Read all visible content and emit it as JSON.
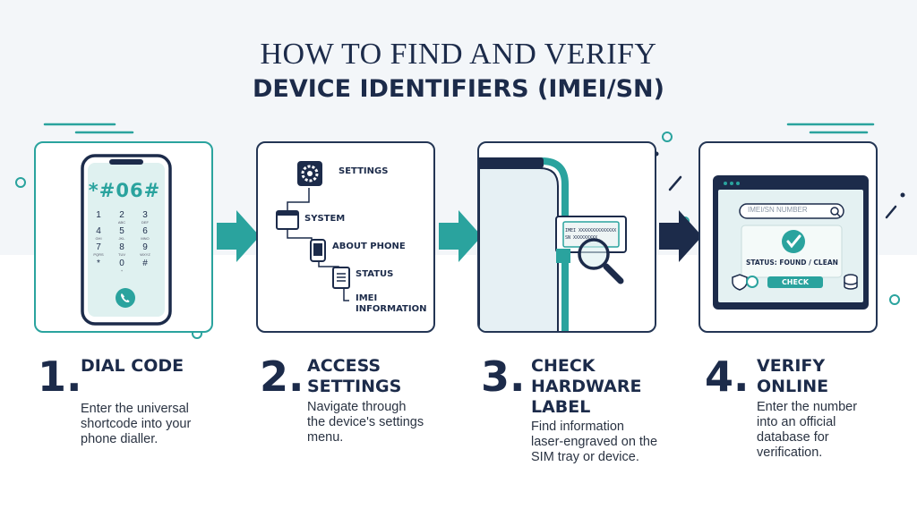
{
  "title": {
    "line1": "HOW TO FIND AND VERIFY",
    "line2": "DEVICE IDENTIFIERS (IMEI/SN)"
  },
  "colors": {
    "navy": "#1c2b4a",
    "teal": "#2aa39e"
  },
  "steps": [
    {
      "number": "1.",
      "title_lines": [
        "DIAL CODE"
      ],
      "description_lines": [
        "Enter the universal",
        "shortcode into your",
        "phone dialler."
      ],
      "phone": {
        "code": "*#06#",
        "keys": [
          {
            "digit": "1",
            "letters": ""
          },
          {
            "digit": "2",
            "letters": "ABC"
          },
          {
            "digit": "3",
            "letters": "DEF"
          },
          {
            "digit": "4",
            "letters": "GHI"
          },
          {
            "digit": "5",
            "letters": "JKL"
          },
          {
            "digit": "6",
            "letters": "MNO"
          },
          {
            "digit": "7",
            "letters": "PQRS"
          },
          {
            "digit": "8",
            "letters": "TUV"
          },
          {
            "digit": "9",
            "letters": "WXYZ"
          },
          {
            "digit": "*",
            "letters": ""
          },
          {
            "digit": "0",
            "letters": "+"
          },
          {
            "digit": "#",
            "letters": ""
          }
        ],
        "icons": [
          "phone-call-icon"
        ]
      }
    },
    {
      "number": "2.",
      "title_lines": [
        "ACCESS",
        "SETTINGS"
      ],
      "description_lines": [
        "Navigate through",
        "the device's settings",
        "menu."
      ],
      "menu": {
        "settings": "SETTINGS",
        "system": "SYSTEM",
        "about_phone": "ABOUT PHONE",
        "status": "STATUS",
        "imei_line1": "IMEI",
        "imei_line2": "INFORMATION",
        "icons": [
          "gear-icon",
          "folder-icon",
          "phone-icon",
          "document-icon"
        ]
      }
    },
    {
      "number": "3.",
      "title_lines": [
        "CHECK",
        "HARDWARE",
        "LABEL"
      ],
      "description_lines": [
        "Find information",
        "laser-engraved on the",
        "SIM tray or device."
      ],
      "label": {
        "line1": "IMEI XXXXXXXXXXXXXX",
        "line2": "SN XXXXXXXXX",
        "icons": [
          "sim-tray-icon",
          "magnifier-icon"
        ]
      }
    },
    {
      "number": "4.",
      "title_lines": [
        "VERIFY",
        "ONLINE"
      ],
      "description_lines": [
        "Enter the number",
        "into an official",
        "database for",
        "verification."
      ],
      "verify": {
        "search_placeholder": "IMEI/SN NUMBER",
        "status": "STATUS: FOUND / CLEAN",
        "button": "CHECK",
        "icons": [
          "search-icon",
          "checkmark-icon",
          "shield-icon",
          "badge-icon",
          "database-icon"
        ]
      }
    }
  ]
}
